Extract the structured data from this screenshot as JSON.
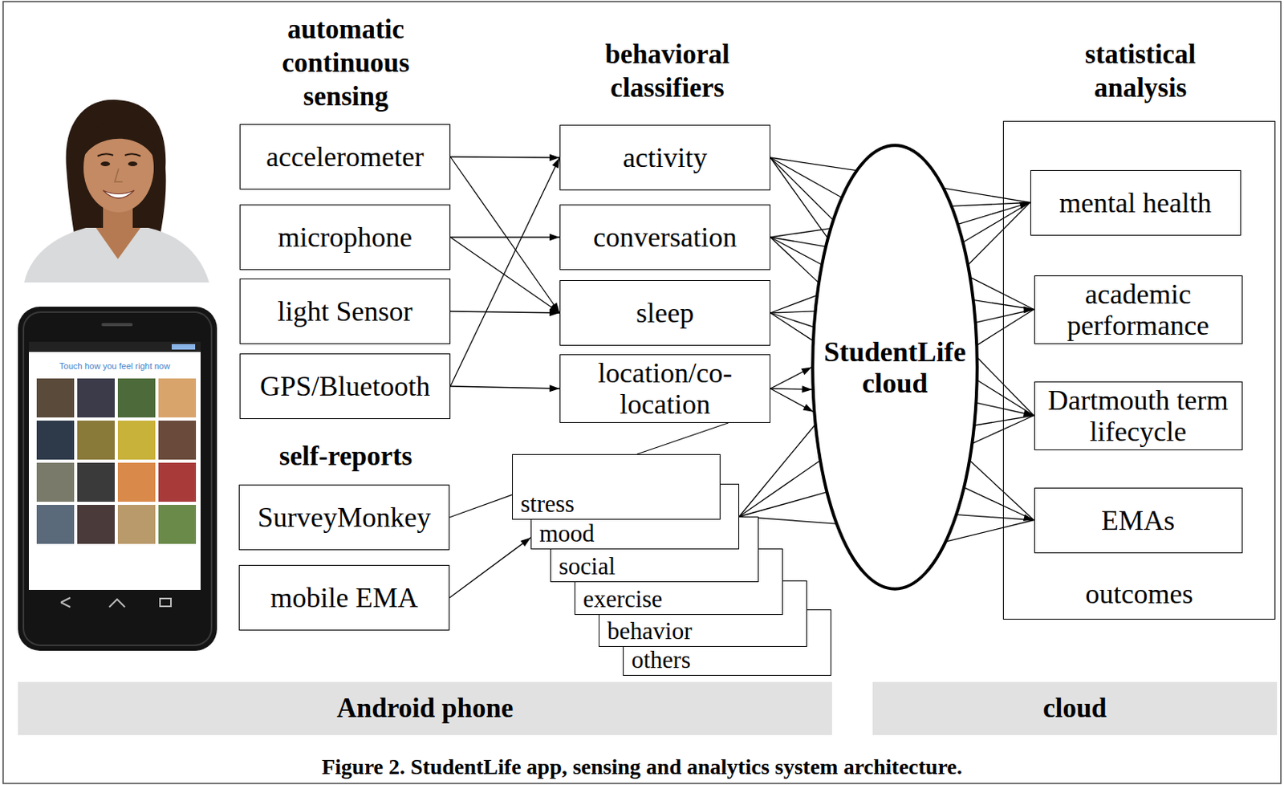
{
  "diagram": {
    "caption": "Figure 2. StudentLife app, sensing and analytics system architecture.",
    "nodes": [
      {
        "text": [
          "accelerometer"
        ]
      },
      {
        "text": [
          "microphone"
        ]
      },
      {
        "text": [
          "light Sensor"
        ]
      },
      {
        "text": [
          "GPS/Bluetooth"
        ]
      },
      {
        "text": [
          "SurveyMonkey"
        ]
      },
      {
        "text": [
          "mobile EMA"
        ]
      },
      {
        "text": [
          "activity"
        ]
      },
      {
        "text": [
          "conversation"
        ]
      },
      {
        "text": [
          "sleep"
        ]
      },
      {
        "text": [
          "location/co-location"
        ]
      },
      {
        "text": [
          "stress"
        ]
      },
      {
        "text": [
          "mood"
        ]
      },
      {
        "text": [
          "social"
        ]
      },
      {
        "text": [
          "exercise"
        ]
      },
      {
        "text": [
          "behavior"
        ]
      },
      {
        "text": [
          "others"
        ]
      },
      {
        "text": [
          "StudentLife cloud"
        ]
      },
      {
        "text": [
          "outcomes"
        ]
      },
      {
        "text": [
          "mental health"
        ],
        "in": 17
      },
      {
        "text": [
          "academic performance"
        ],
        "in": 17
      },
      {
        "text": [
          "Dartmouth term lifecycle"
        ],
        "in": 17
      },
      {
        "text": [
          "EMAs"
        ],
        "in": 17
      },
      {
        "text": [
          "Android phone"
        ]
      },
      {
        "text": [
          "cloud"
        ]
      }
    ],
    "edges": [
      {
        "from": 0,
        "to": 6,
        "arrow": "to"
      },
      {
        "from": 0,
        "to": 8,
        "arrow": "to"
      },
      {
        "from": 1,
        "to": 7,
        "arrow": "to"
      },
      {
        "from": 1,
        "to": 8,
        "arrow": "to"
      },
      {
        "from": 2,
        "to": 8,
        "arrow": "to"
      },
      {
        "from": 3,
        "to": 6,
        "arrow": "to"
      },
      {
        "from": 3,
        "to": 9,
        "arrow": "to"
      },
      {
        "from": 6,
        "to": 16,
        "arrow": "none"
      },
      {
        "from": 7,
        "to": 16,
        "arrow": "none"
      },
      {
        "from": 8,
        "to": 16,
        "arrow": "none"
      },
      {
        "from": 9,
        "to": 16,
        "arrow": "to"
      },
      {
        "from": 9,
        "to": 10,
        "arrow": "none"
      },
      {
        "from": 4,
        "to": 10,
        "arrow": "none"
      },
      {
        "from": 5,
        "to": 11,
        "arrow": "to"
      },
      {
        "from": 11,
        "to": 16,
        "arrow": "none"
      },
      {
        "from": 16,
        "to": 18,
        "arrow": "to"
      },
      {
        "from": 16,
        "to": 19,
        "arrow": "to"
      },
      {
        "from": 16,
        "to": 20,
        "arrow": "to"
      },
      {
        "from": 16,
        "to": 21,
        "arrow": "to"
      }
    ],
    "labels": [
      "automatic continuous sensing",
      "behavioral classifiers",
      "statistical analysis",
      "self-reports",
      "Touch how you feel right now"
    ]
  }
}
